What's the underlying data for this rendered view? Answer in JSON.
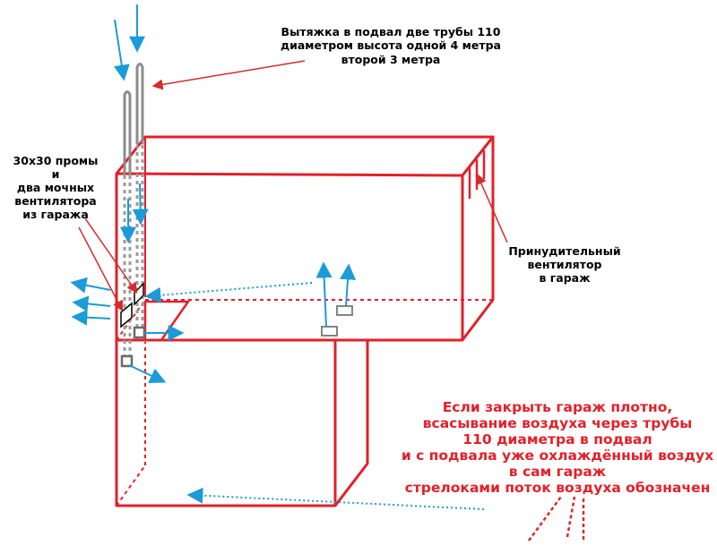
{
  "labels": {
    "exhaust": {
      "line1": "Вытяжка в подвал две трубы 110",
      "line2": "диаметром высота одной 4 метра",
      "line3": "второй 3 метра"
    },
    "vents": {
      "line1": "30х30 промы",
      "line2": "и",
      "line3": "два мочных",
      "line4": "вентилятора",
      "line5": "из гаража"
    },
    "fan": {
      "line1": "Принудительный",
      "line2": "вентилятор",
      "line3": "в гараж"
    },
    "note": {
      "line1": "Если закрыть гараж плотно,",
      "line2": "всасывание воздуха через трубы",
      "line3": "110 диаметра в подвал",
      "line4": "и с подвала уже охлаждённый воздух",
      "line5": "в сам гараж",
      "line6": "стрелоками поток воздуха обозначен"
    }
  },
  "colors": {
    "structure": "#e3202a",
    "pipe": "#8c8c8c",
    "airflow": "#1b9bd7",
    "callout": "#d92a2a",
    "text": "#000000"
  }
}
